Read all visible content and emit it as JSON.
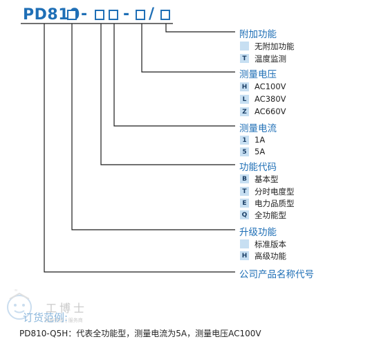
{
  "code": {
    "prefix": "PD810",
    "dash1": "-",
    "dash2": "-",
    "slash": "/"
  },
  "sections": [
    {
      "title": "附加功能",
      "options": [
        {
          "code": "",
          "label": "无附加功能"
        },
        {
          "code": "T",
          "label": "温度监测"
        }
      ]
    },
    {
      "title": "测量电压",
      "options": [
        {
          "code": "H",
          "label": "AC100V"
        },
        {
          "code": "L",
          "label": "AC380V"
        },
        {
          "code": "Z",
          "label": "AC660V"
        }
      ]
    },
    {
      "title": "测量电流",
      "options": [
        {
          "code": "1",
          "label": "1A"
        },
        {
          "code": "5",
          "label": "5A"
        }
      ]
    },
    {
      "title": "功能代码",
      "options": [
        {
          "code": "B",
          "label": "基本型"
        },
        {
          "code": "T",
          "label": "分时电度型"
        },
        {
          "code": "E",
          "label": "电力品质型"
        },
        {
          "code": "Q",
          "label": "全功能型"
        }
      ]
    },
    {
      "title": "升级功能",
      "options": [
        {
          "code": "",
          "label": "标准版本"
        },
        {
          "code": "H",
          "label": "高级功能"
        }
      ]
    },
    {
      "title": "公司产品名称代号",
      "options": []
    }
  ],
  "example": {
    "label": "订货范例:",
    "text": "PD810-Q5H：代表全功能型，测量电流为5A，测量电压AC100V"
  },
  "watermark": {
    "brand": "工博士",
    "sub": "客服热线 | 服务商"
  },
  "colors": {
    "accent": "#1f6fb6",
    "badge": "#c7dff2"
  }
}
